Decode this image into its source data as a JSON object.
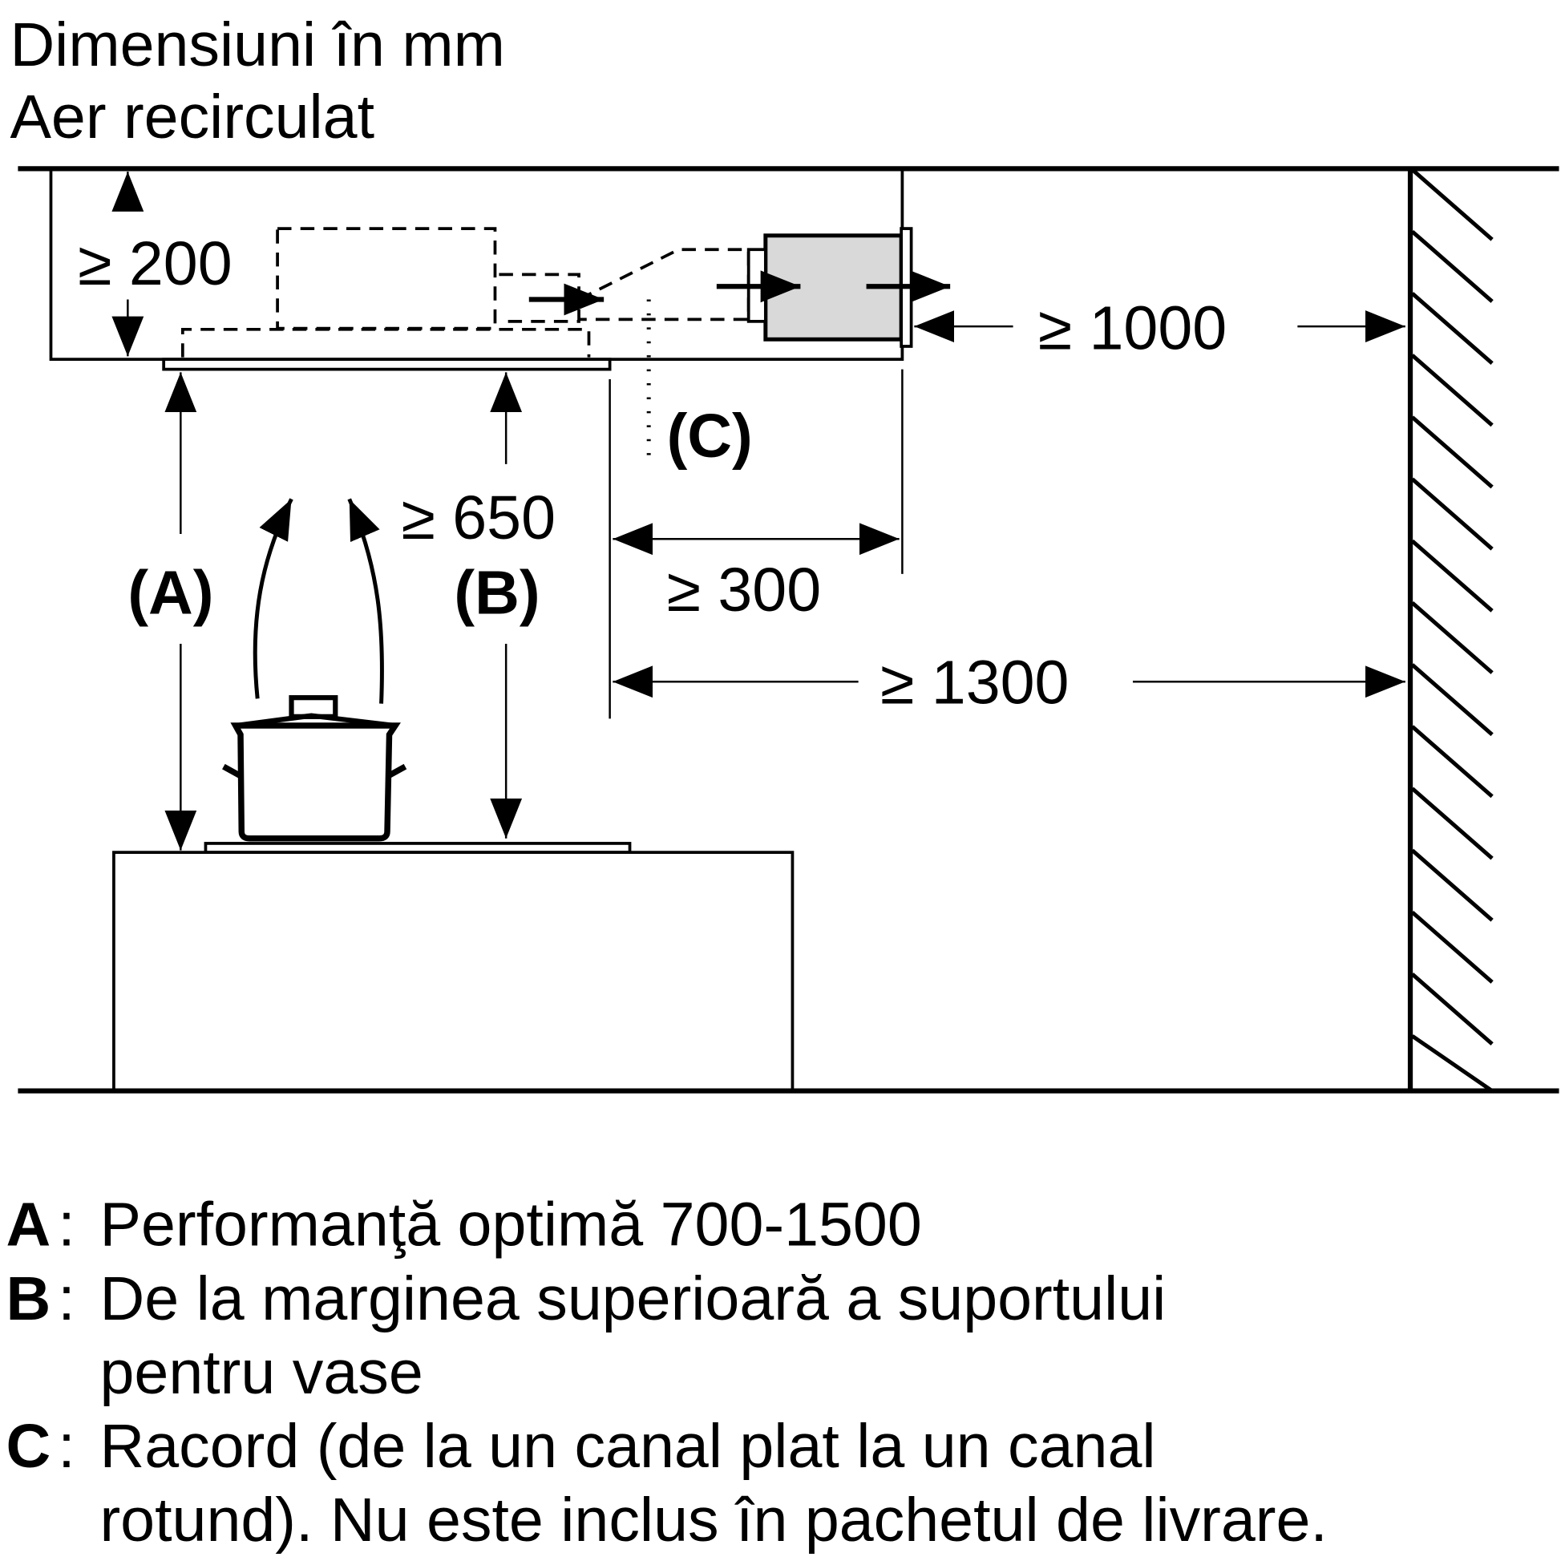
{
  "title_line1": "Dimensiuni în mm",
  "title_line2": "Aer recirculat",
  "dimensions": {
    "d200": "≥ 200",
    "d650": "≥ 650",
    "d1000": "≥ 1000",
    "d300": "≥ 300",
    "d1300": "≥ 1300"
  },
  "markers": {
    "a": "(A)",
    "b": "(B)",
    "c": "(C)"
  },
  "legend": [
    {
      "key": "A",
      "text": "Performanţă optimă 700-1500"
    },
    {
      "key": "B",
      "text": "De la marginea superioară a suportului",
      "text2": "pentru vase"
    },
    {
      "key": "C",
      "text": "Racord (de la un canal plat la un canal",
      "text2": "rotund). Nu este inclus în pachetul de livrare."
    }
  ],
  "colors": {
    "line": "#000000",
    "duct_fill": "#d9d9d9"
  }
}
